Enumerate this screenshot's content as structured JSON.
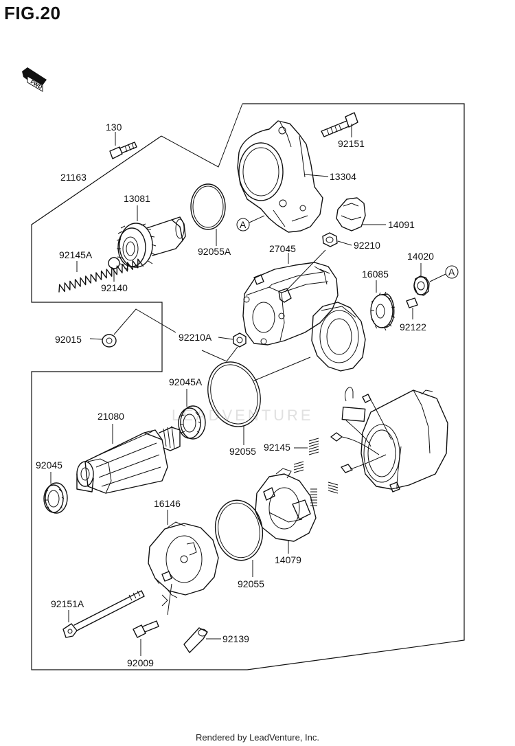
{
  "figure_title": "FIG.20",
  "direction_badge": "FWD",
  "watermark": "LEADVENTURE",
  "footer": "Rendered by LeadVenture, Inc.",
  "reference_marker": "A",
  "parts": {
    "p130": "130",
    "p92151": "92151",
    "p21163": "21163",
    "p13304": "13304",
    "p13081": "13081",
    "p92055A": "92055A",
    "p14091": "14091",
    "p27045": "27045",
    "p92210": "92210",
    "p92145A": "92145A",
    "p92140": "92140",
    "p14020": "14020",
    "p16085": "16085",
    "p92122": "92122",
    "p92015": "92015",
    "p92210A": "92210A",
    "p92045A": "92045A",
    "p21080": "21080",
    "p92055a": "92055",
    "p92145": "92145",
    "p92045": "92045",
    "p16146": "16146",
    "p14079": "14079",
    "p92055b": "92055",
    "p92151A": "92151A",
    "p92139": "92139",
    "p92009": "92009"
  }
}
